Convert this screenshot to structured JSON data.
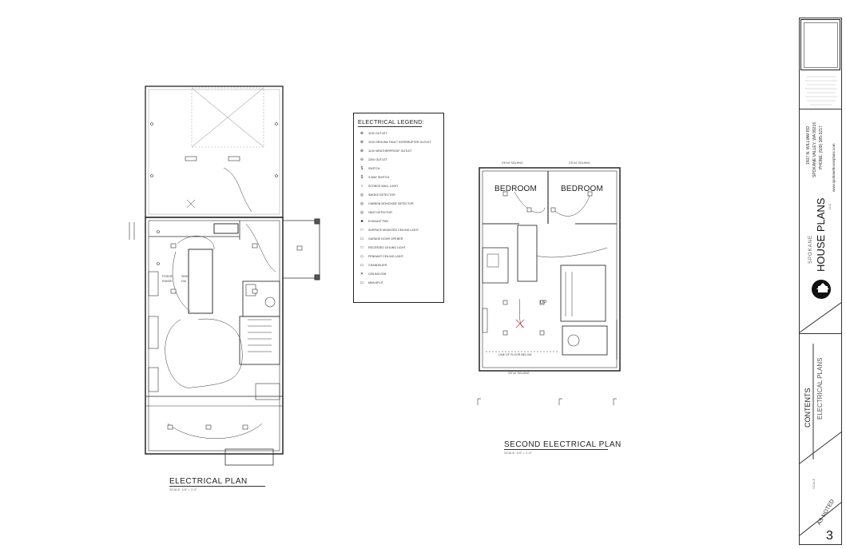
{
  "plans": {
    "first": {
      "title": "ELECTRICAL PLAN",
      "scale": "SCALE: 1/4\" = 1'-0\"",
      "labels": [
        "FRIDGE",
        "RANGE",
        "SINK",
        "DW"
      ]
    },
    "second": {
      "title": "SECOND ELECTRICAL PLAN",
      "scale": "SCALE: 1/4\" = 1'-0\"",
      "rooms": [
        "BEDROOM",
        "BEDROOM"
      ],
      "labels": {
        "floor_below": "LINE OF FLOOR BELOW",
        "window_top_left": "2'6\"x4' SGLHNG",
        "window_top_right": "2'6\"x4' SGLHNG",
        "window_bottom": "3'6\"x4' SGLHNG",
        "stair": "UP"
      }
    }
  },
  "legend": {
    "title": "ELECTRICAL LEGEND:",
    "items": [
      {
        "symbol": "⊕",
        "label": "110V OUTLET"
      },
      {
        "symbol": "⊕",
        "label": "110V GROUND FAULT INTERRUPTER OUTLET"
      },
      {
        "symbol": "⊕",
        "label": "110V WEATHERPROOF OUTLET"
      },
      {
        "symbol": "⊖",
        "label": "220V OUTLET"
      },
      {
        "symbol": "$",
        "label": "SWITCH"
      },
      {
        "symbol": "$",
        "label": "3-WAY SWITCH"
      },
      {
        "symbol": "○",
        "label": "SCONCE WALL LIGHT"
      },
      {
        "symbol": "◎",
        "label": "SMOKE DETECTOR"
      },
      {
        "symbol": "◎",
        "label": "CARBON MONOXIDE DETECTOR"
      },
      {
        "symbol": "◎",
        "label": "HEAT DETECTOR"
      },
      {
        "symbol": "■",
        "label": "EXHAUST FAN"
      },
      {
        "symbol": "□",
        "label": "SURFACE MOUNTED CEILING LIGHT"
      },
      {
        "symbol": "▭",
        "label": "GARAGE DOOR OPENER"
      },
      {
        "symbol": "□",
        "label": "RECESSED CEILING LIGHT"
      },
      {
        "symbol": "◇",
        "label": "PENDANT CEILING LIGHT"
      },
      {
        "symbol": "▭",
        "label": "CHANDELIER"
      },
      {
        "symbol": "✕",
        "label": "CEILING FAN"
      },
      {
        "symbol": "▭",
        "label": "MINI-SPLIT"
      }
    ]
  },
  "title_block": {
    "company_line1": "SPOKANE",
    "company_line2": "HOUSE PLANS",
    "company_suffix": "LLC",
    "address": "1507 N. WILLIAM RD",
    "city": "SPOKANE VALLEY, WA 99216",
    "phone": "PHONE: (509) 385-3217",
    "website": "www.spokanehouseplans.com",
    "contents_label": "CONTENTS",
    "contents_value": "ELECTRICAL PLANS",
    "scale_label": "SCALE",
    "scale_value": "AS NOTED",
    "sheet_number": "3"
  }
}
